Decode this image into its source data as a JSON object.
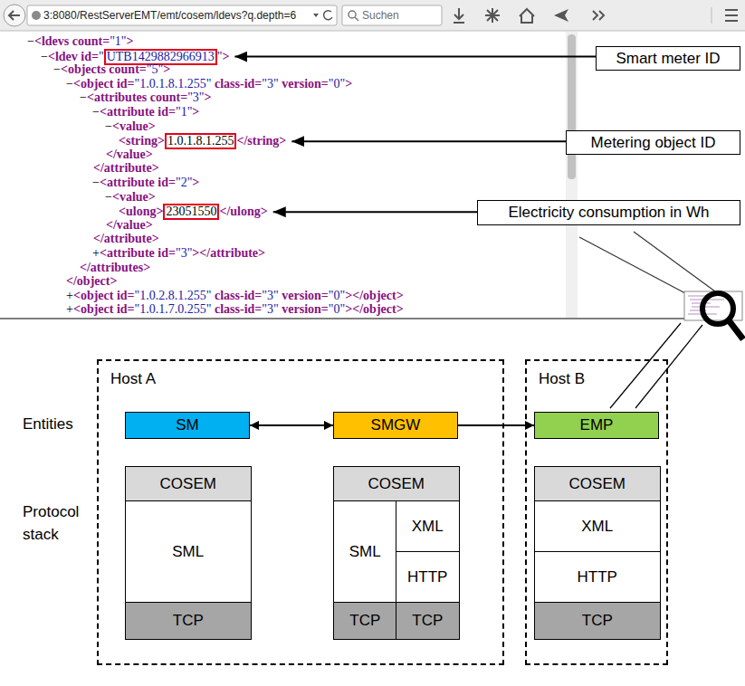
{
  "diagram": {
    "nodes": [
      {
        "text": [
          "Smart meter ID"
        ]
      },
      {
        "text": [
          "Metering object ID"
        ]
      },
      {
        "text": [
          "Electricity consumption in Wh"
        ]
      },
      {
        "text": [
          "Host A"
        ]
      },
      {
        "text": [
          "SM"
        ],
        "in": 3
      },
      {
        "text": [
          "SMGW"
        ],
        "in": 3
      },
      {
        "text": [
          "COSEM"
        ],
        "in": 3
      },
      {
        "text": [
          "SML"
        ],
        "in": 3
      },
      {
        "text": [
          "TCP"
        ],
        "in": 3
      },
      {
        "text": [
          "COSEM"
        ],
        "in": 3
      },
      {
        "text": [
          "SML"
        ],
        "in": 3
      },
      {
        "text": [
          "XML"
        ],
        "in": 3
      },
      {
        "text": [
          "HTTP"
        ],
        "in": 3
      },
      {
        "text": [
          "TCP"
        ],
        "in": 3
      },
      {
        "text": [
          "TCP"
        ],
        "in": 3
      },
      {
        "text": [
          "Host B"
        ]
      },
      {
        "text": [
          "EMP"
        ],
        "in": 15
      },
      {
        "text": [
          "COSEM"
        ],
        "in": 15
      },
      {
        "text": [
          "XML"
        ],
        "in": 15
      },
      {
        "text": [
          "HTTP"
        ],
        "in": 15
      },
      {
        "text": [
          "TCP"
        ],
        "in": 15
      }
    ],
    "edges": [
      {
        "from": 4,
        "to": 5,
        "arrow": "both"
      },
      {
        "from": 5,
        "to": 16,
        "arrow": "to"
      }
    ],
    "labels": [
      "Entities",
      "Protocol stack",
      "3:8080/RestServerEMT/emt/cosem/ldevs?q.depth=6",
      "Suchen",
      "−",
      "<ldevs count=",
      "\"1\"",
      ">",
      "−",
      "<ldev id=",
      "\"",
      "UTB1429882966913",
      "\"",
      ">",
      "−",
      "<objects count=",
      "\"5\"",
      ">",
      "−",
      "<object id=",
      "\"1.0.1.8.1.255\"",
      "class-id=",
      "\"3\"",
      "version=",
      "\"0\"",
      ">",
      "−",
      "<attributes count=",
      "\"3\"",
      ">",
      "−",
      "<attribute id=",
      "\"1\"",
      ">",
      "−",
      "<value>",
      "<string>",
      "1.0.1.8.1.255",
      "</string>",
      "</value>",
      "</attribute>",
      "−",
      "<attribute id=",
      "\"2\"",
      ">",
      "−",
      "<value>",
      "<ulong>",
      "23051550",
      "</ulong>",
      "</value>",
      "</attribute>",
      "+",
      "<attribute id=",
      "\"3\"",
      "></attribute>",
      "</attributes>",
      "</object>",
      "+",
      "<object id=",
      "\"1.0.2.8.1.255\"",
      "class-id=",
      "\"3\"",
      "version=",
      "\"0\"",
      "></object>",
      "+",
      "<object id=",
      "\"1.0.1.7.0.255\"",
      "class-id=",
      "\"3\"",
      "version=",
      "\"0\"",
      "></object>"
    ]
  }
}
